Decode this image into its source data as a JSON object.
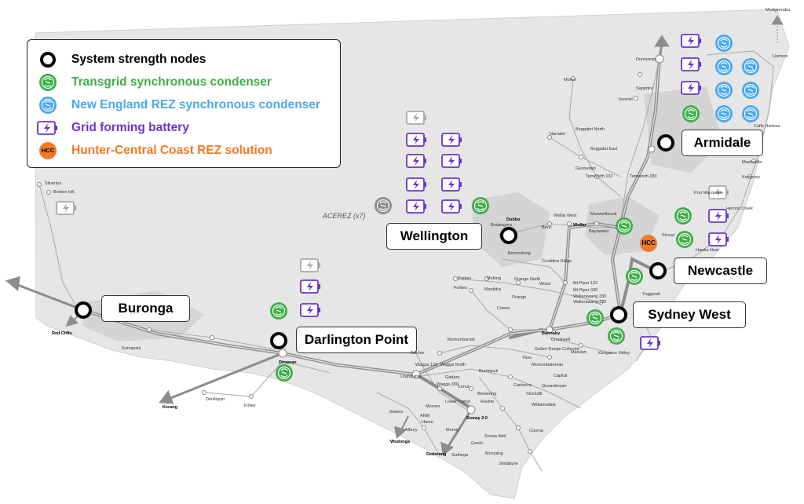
{
  "legend": {
    "items": [
      {
        "label": "System strength nodes",
        "icon": "node-ring-icon",
        "color": "#000000"
      },
      {
        "label": "Transgrid synchronous condenser",
        "icon": "transgrid-condenser-icon",
        "color": "#3fae49"
      },
      {
        "label": "New England REZ synchronous condenser",
        "icon": "rez-condenser-icon",
        "color": "#4aa8f0"
      },
      {
        "label": "Grid forming battery",
        "icon": "battery-icon",
        "color": "#6a35c8"
      },
      {
        "label": "Hunter-Central Coast REZ solution",
        "icon": "hcc-icon",
        "color": "#f07a28",
        "badge": "HCC"
      }
    ]
  },
  "nodes": {
    "buronga": "Buronga",
    "darlington_point": "Darlington Point",
    "wellington": "Wellington",
    "armidale": "Armidale",
    "newcastle": "Newcastle",
    "sydney_west": "Sydney West"
  },
  "acerez_label": "ACEREZ (x7)",
  "hcc_badge": "HCC",
  "colors": {
    "land": "#e6e6e6",
    "line": "#aaaaaa",
    "green": "#3fae49",
    "blue": "#4aa8f0",
    "purple": "#6a35c8",
    "orange": "#f07a28"
  },
  "place_labels": [
    "Mudgeeraba",
    "Dumaresq",
    "Lismore",
    "Moree",
    "Sapphire",
    "Inverell",
    "Narrabri",
    "Boggabri North",
    "Boggabri East",
    "Gunnedah",
    "Tamworth 132",
    "Tamworth 330",
    "Macksville",
    "Kempsey",
    "Port Macquarie",
    "Herons Creek",
    "Stroud",
    "Hawks Nest",
    "Coffs Harbour",
    "Tuggerah",
    "Silverton",
    "Broken Hill",
    "Dubbo",
    "Bodangora",
    "Beryl",
    "Wollar West",
    "Wollar",
    "Muswellbrook",
    "Bayswater",
    "Burrendong",
    "Cruddine Ridge",
    "Orange North",
    "Wood",
    "Parkes",
    "Forbes",
    "Molong",
    "Manildra",
    "Orange",
    "Mt Piper 132",
    "Mt Piper 330",
    "Wallerawang 330",
    "Wallerawang 132",
    "Cowra",
    "Bannaby",
    "Murrumburrah",
    "Crookwell",
    "Gullen Range Collector",
    "Yass",
    "Marulan",
    "Kangaroo Valley",
    "Murrumbateman",
    "Capital",
    "Burrinjuck",
    "Queanbeyan",
    "Canberra",
    "Stockdill",
    "Williamsdale",
    "Cooma",
    "Snowy Adit",
    "Munyang",
    "Jindabyne",
    "Red Cliffs",
    "Sunraysia",
    "Dinawan",
    "Kerang",
    "Deniliquin",
    "Finley",
    "Darlow",
    "Wagga 132",
    "Wagga North",
    "Wagga 330",
    "Uranquinty",
    "Gadara",
    "Tumut",
    "Blowering",
    "Ravine",
    "Lower Tumut",
    "Morven",
    "Jindera",
    "ANM",
    "Hume",
    "Albury",
    "Wodonga",
    "Snowy 2.0",
    "Murray",
    "Geehi",
    "Guthega",
    "Dederang"
  ]
}
